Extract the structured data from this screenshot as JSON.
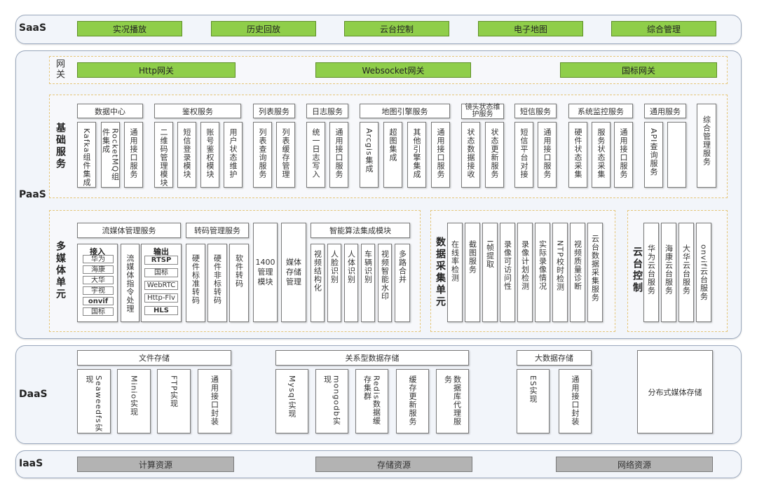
{
  "saas": {
    "label": "SaaS",
    "items": [
      "实况播放",
      "历史回放",
      "云台控制",
      "电子地图",
      "综合管理"
    ]
  },
  "paas": {
    "label": "PaaS",
    "gateway": {
      "label": "网关",
      "items": [
        "Http网关",
        "Websocket网关",
        "国标网关"
      ]
    },
    "basic": {
      "label": "基础服务",
      "groups": [
        {
          "title": "数据中心",
          "items": [
            "Kafka组件集成",
            "RocketMQ组件集成",
            "通用接口服务"
          ]
        },
        {
          "title": "鉴权服务",
          "items": [
            "二维码管理模块",
            "短信登录模块",
            "账号鉴权模块",
            "用户状态维护"
          ]
        },
        {
          "title": "列表服务",
          "items": [
            "列表查询服务",
            "列表缓存管理"
          ]
        },
        {
          "title": "日志服务",
          "items": [
            "统一日志写入",
            "通用接口服务"
          ]
        },
        {
          "title": "地图引擎服务",
          "items": [
            "Arcgis集成",
            "超图集成",
            "其他引擎集成",
            "通用接口服务"
          ]
        },
        {
          "title": "镜头状态维护服务",
          "items": [
            "状态数据接收",
            "状态更新服务"
          ]
        },
        {
          "title": "短信服务",
          "items": [
            "短信平台对接",
            "通用接口服务"
          ]
        },
        {
          "title": "系统监控服务",
          "items": [
            "硬件状态采集",
            "服务状态采集",
            "通用接口服务"
          ]
        },
        {
          "title": "通用服务",
          "items": [
            "API查询服务",
            ""
          ]
        }
      ],
      "standalone": "综合管理服务"
    },
    "media": {
      "label": "多媒体单元",
      "stream": {
        "title": "流媒体管理服务",
        "input": {
          "title": "接入",
          "items": [
            "华为",
            "海康",
            "大华",
            "宇视",
            "onvif",
            "国标"
          ]
        },
        "cmd": "流媒体指令处理",
        "output": {
          "title": "输出",
          "items": [
            "RTSP",
            "国标",
            "WebRTC",
            "Http-Flv",
            "HLS"
          ]
        }
      },
      "transcode": {
        "title": "转码管理服务",
        "items": [
          "硬件标准转码",
          "硬件非标转码",
          "软件转码"
        ]
      },
      "m1400": "1400管理模块",
      "storage": "媒体存储管理",
      "ai": {
        "title": "智能算法集成模块",
        "items": [
          "视频结构化",
          "人脸识别",
          "人体识别",
          "车辆识别",
          "视频智能水印",
          "多路合并"
        ]
      }
    },
    "collect": {
      "label": "数据采集单元",
      "items": [
        "在线率检测",
        "截图服务",
        "I帧提取",
        "录像可访问性",
        "录像计划检测",
        "实际录像情况",
        "NTP校时检测",
        "视频质量诊断",
        "云台数据采集服务"
      ]
    },
    "ptz": {
      "label": "云台控制",
      "items": [
        "华为云台服务",
        "海康云台服务",
        "大华云台服务",
        "onvif云台服务"
      ]
    }
  },
  "daas": {
    "label": "DaaS",
    "file": {
      "title": "文件存储",
      "items": [
        "Seaweedfs实现",
        "Minio实现",
        "FTP实现",
        "通用接口封装"
      ]
    },
    "rdb": {
      "title": "关系型数据存储",
      "items": [
        "Mysql实现",
        "mongodb实现",
        "Redis数据缓存集群",
        "缓存更新服务",
        "数据库代理服务"
      ]
    },
    "bigdata": {
      "title": "大数据存储",
      "items": [
        "ES实现",
        "通用接口封装"
      ]
    },
    "dist": "分布式媒体存储"
  },
  "iaas": {
    "label": "IaaS",
    "items": [
      "计算资源",
      "存储资源",
      "网络资源"
    ]
  }
}
